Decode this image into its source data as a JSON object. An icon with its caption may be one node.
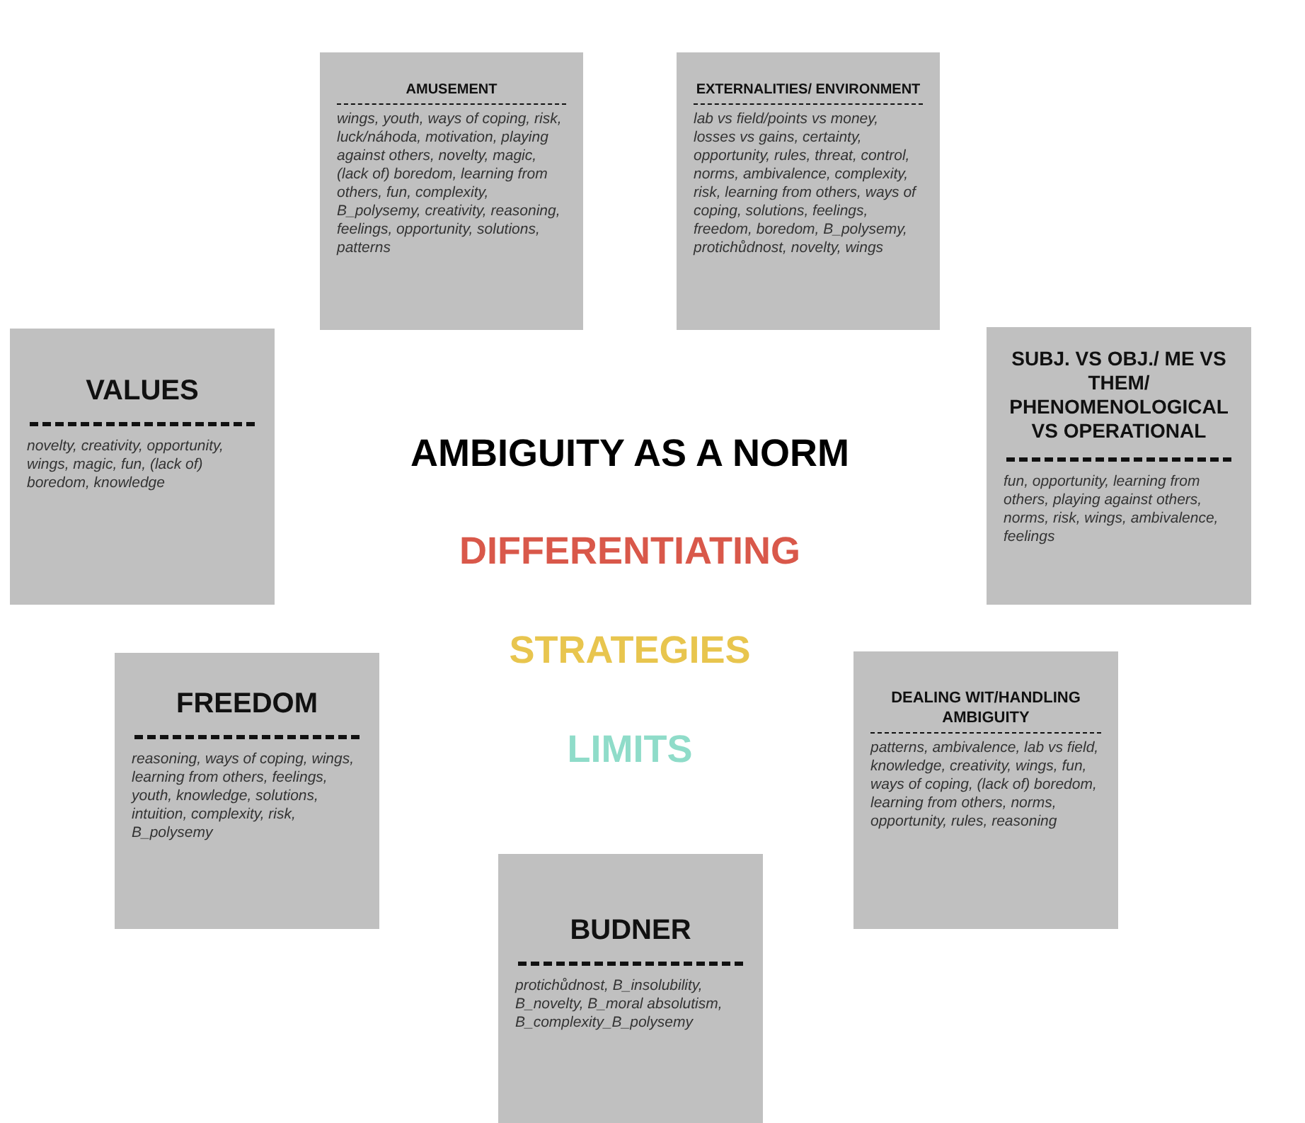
{
  "diagram": {
    "nodes": [
      {
        "text": [
          "AMUSEMENT",
          "wings, youth, ways of coping, risk, luck/náhoda, motivation, playing against others, novelty, magic, (lack of) boredom, learning from others, fun, complexity, B_polysemy, creativity, reasoning, feelings, opportunity, solutions, patterns"
        ]
      },
      {
        "text": [
          "EXTERNALITIES/ ENVIRONMENT",
          "lab vs field/points vs money, losses vs gains, certainty, opportunity, rules, threat, control, norms, ambivalence, complexity, risk, learning from others, ways of coping, solutions, feelings, freedom, boredom, B_polysemy, protichůdnost, novelty, wings"
        ]
      },
      {
        "text": [
          "VALUES",
          "novelty, creativity, opportunity, wings, magic, fun, (lack of) boredom, knowledge"
        ]
      },
      {
        "text": [
          "SUBJ. VS OBJ./ ME VS THEM/ PHENOMENOLOGICAL VS OPERATIONAL",
          "fun, opportunity, learning from others, playing against others, norms, risk, wings, ambivalence, feelings"
        ]
      },
      {
        "text": [
          "FREEDOM",
          "reasoning, ways of coping, wings, learning from others, feelings, youth, knowledge, solutions, intuition, complexity, risk, B_polysemy"
        ]
      },
      {
        "text": [
          "DEALING WIT/HANDLING AMBIGUITY",
          "patterns, ambivalence, lab vs field, knowledge, creativity, wings, fun, ways of coping, (lack of) boredom, learning from others, norms, opportunity, rules, reasoning"
        ]
      },
      {
        "text": [
          "BUDNER",
          "protichůdnost, B_insolubility, B_novelty, B_moral absolutism, B_complexity_B_polysemy"
        ]
      }
    ],
    "labels": [
      "AMBIGUITY AS A NORM",
      "DIFFERENTIATING",
      "STRATEGIES",
      "LIMITS"
    ]
  }
}
